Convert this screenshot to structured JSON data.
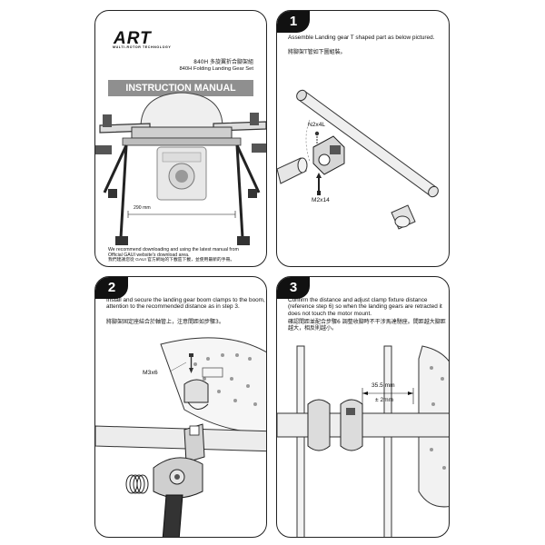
{
  "cover": {
    "logo": "ART",
    "logo_subtitle": "MULTI-ROTOR TECHNOLOGY",
    "subtitle_zh": "840H 多旋翼折合腳架組",
    "subtitle_en": "840H Folding Landing Gear Set",
    "manual_title": "INSTRUCTION MANUAL",
    "dimension_label": "290 mm",
    "note_en_1": "We recommend downloading and using the latest manual from",
    "note_en_2": "Official GAUI website's download area.",
    "note_zh": "我們建議您從 GAUI 官方網站的下載區下載，並使用最新的手冊。"
  },
  "step1": {
    "number": "1",
    "text_en": "Assemble Landing gear T shaped part as below pictured.",
    "text_zh": "將腳架T管如下圖組裝。",
    "label_screw_top": "N2x4L",
    "label_screw_bottom": "M2x14"
  },
  "step2": {
    "number": "2",
    "text_en": "Install and secure the landing gear boom clamps to the boom, attention to the recommended distance as in step 3.",
    "text_zh": "將腳架固定座結合於軸管上，注意間距如步驟3。",
    "label_screw": "M3x6"
  },
  "step3": {
    "number": "3",
    "text_en": "Confirm the distance and adjust clamp fixture distance (reference step 6) so when the landing gears are retracted it does not touch the motor mount.",
    "text_zh": "確認間距並配合步驟6 調整收腳時不干涉馬達馳座。間距越大腳距越大，相反則越小。",
    "dim_value": "35.5 mm",
    "dim_tolerance": "± 2mm"
  }
}
